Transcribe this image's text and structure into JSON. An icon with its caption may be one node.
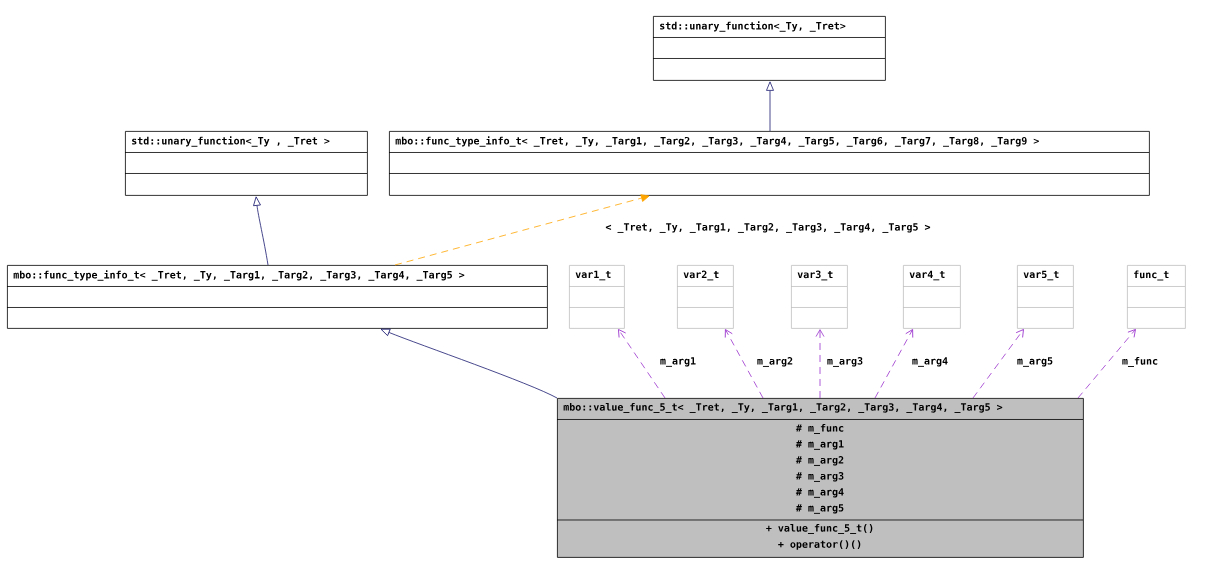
{
  "diagram": {
    "nodes": [
      {
        "text": [
          "std::unary_function<_Ty, _Tret>"
        ]
      },
      {
        "text": [
          "std::unary_function<_Ty , _Tret >"
        ]
      },
      {
        "text": [
          "mbo::func_type_info_t< _Tret, _Ty, _Targ1, _Targ2, _Targ3, _Targ4, _Targ5, _Targ6, _Targ7, _Targ8, _Targ9 >"
        ]
      },
      {
        "text": [
          "mbo::func_type_info_t< _Tret, _Ty, _Targ1, _Targ2, _Targ3, _Targ4, _Targ5 >"
        ]
      },
      {
        "text": [
          "var1_t"
        ]
      },
      {
        "text": [
          "var2_t"
        ]
      },
      {
        "text": [
          "var3_t"
        ]
      },
      {
        "text": [
          "var4_t"
        ]
      },
      {
        "text": [
          "var5_t"
        ]
      },
      {
        "text": [
          "func_t"
        ]
      },
      {
        "text": [
          "mbo::value_func_5_t< _Tret, _Ty, _Targ1, _Targ2, _Targ3, _Targ4, _Targ5 >",
          "# m_func",
          "# m_arg1",
          "# m_arg2",
          "# m_arg3",
          "# m_arg4",
          "# m_arg5",
          "+ value_func_5_t()",
          "+ operator()()"
        ]
      }
    ],
    "edges": [
      {
        "from": 2,
        "to": 0,
        "arrow": "to",
        "color": "#191970"
      },
      {
        "from": 3,
        "to": 1,
        "arrow": "to",
        "color": "#191970"
      },
      {
        "from": 3,
        "to": 2,
        "arrow": "to",
        "style": "dashed",
        "color": "#ffa500",
        "label": "< _Tret, _Ty, _Targ1, _Targ2, _Targ3, _Targ4, _Targ5 >"
      },
      {
        "from": 10,
        "to": 3,
        "arrow": "to",
        "color": "#191970"
      },
      {
        "from": 10,
        "to": 4,
        "arrow": "to",
        "style": "dashed",
        "label": "m_arg1"
      },
      {
        "from": 10,
        "to": 5,
        "arrow": "to",
        "style": "dashed",
        "label": "m_arg2"
      },
      {
        "from": 10,
        "to": 6,
        "arrow": "to",
        "style": "dashed",
        "label": "m_arg3"
      },
      {
        "from": 10,
        "to": 7,
        "arrow": "to",
        "style": "dashed",
        "label": "m_arg4"
      },
      {
        "from": 10,
        "to": 8,
        "arrow": "to",
        "style": "dashed",
        "label": "m_arg5"
      },
      {
        "from": 10,
        "to": 9,
        "arrow": "to",
        "style": "dashed",
        "label": "m_func"
      }
    ]
  }
}
